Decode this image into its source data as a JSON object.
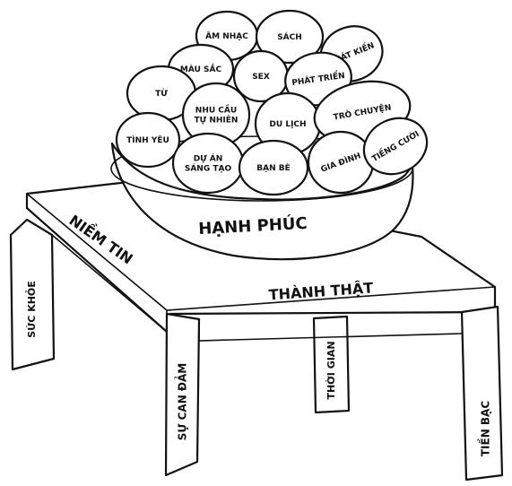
{
  "bowl": {
    "label": "HẠNH PHÚC"
  },
  "table": {
    "edge_left": "NIỀM TIN",
    "edge_front": "THÀNH THẬT",
    "legs": [
      "SỨC KHỎE",
      "SỰ CAN ĐẢM",
      "THỜI GIAN",
      "TIỀN BẠC"
    ]
  },
  "eggs": [
    {
      "lines": [
        "ÂM NHẠC"
      ]
    },
    {
      "lines": [
        "SÁCH"
      ]
    },
    {
      "lines": [
        "PHÁT KIẾN"
      ]
    },
    {
      "lines": [
        "MÀU SẮC"
      ]
    },
    {
      "lines": [
        "SEX"
      ]
    },
    {
      "lines": [
        "PHÁT TRIỂN"
      ]
    },
    {
      "lines": [
        "TỪ"
      ]
    },
    {
      "lines": [
        "NHU CẦU",
        "TỰ NHIÊN"
      ]
    },
    {
      "lines": [
        "DU LỊCH"
      ]
    },
    {
      "lines": [
        "TRÒ CHUYỆN"
      ]
    },
    {
      "lines": [
        "TÌNH YÊU"
      ]
    },
    {
      "lines": [
        "DỰ ÁN",
        "SÁNG TẠO"
      ]
    },
    {
      "lines": [
        "BẠN BÈ"
      ]
    },
    {
      "lines": [
        "GIA ĐÌNH"
      ]
    },
    {
      "lines": [
        "TIẾNG CƯỜI"
      ]
    }
  ]
}
